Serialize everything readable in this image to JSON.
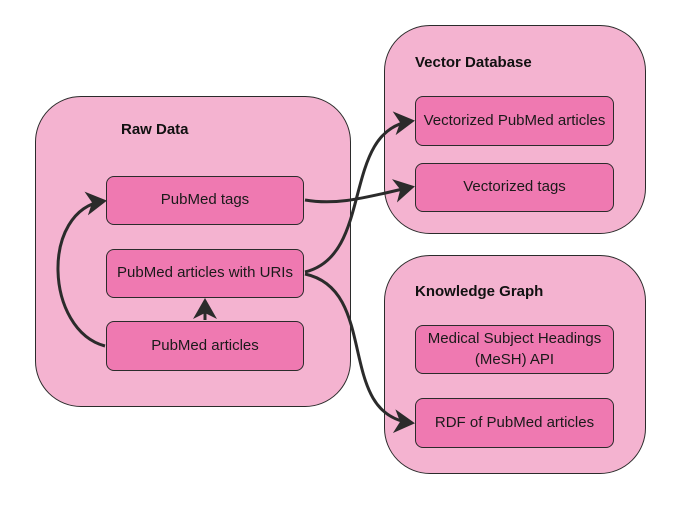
{
  "groups": {
    "raw_data": {
      "title": "Raw Data"
    },
    "vector_db": {
      "title": "Vector Database"
    },
    "knowledge_graph": {
      "title": "Knowledge Graph"
    }
  },
  "nodes": {
    "pubmed_tags": "PubMed tags",
    "pubmed_articles_uris": "PubMed articles with URIs",
    "pubmed_articles": "PubMed articles",
    "vectorized_articles": "Vectorized PubMed articles",
    "vectorized_tags": "Vectorized tags",
    "mesh_api": "Medical Subject Headings\n(MeSH) API",
    "rdf_articles": "RDF of PubMed articles"
  },
  "colors": {
    "group_fill": "#f4b3d0",
    "node_fill": "#ef79b1",
    "stroke": "#2b2b2b"
  }
}
